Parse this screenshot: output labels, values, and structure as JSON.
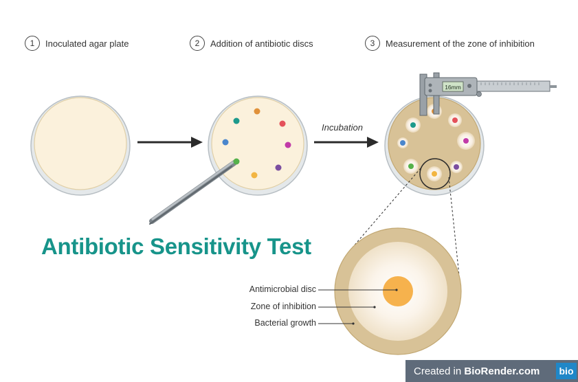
{
  "steps": [
    {
      "num": "1",
      "label": "Inoculated agar plate"
    },
    {
      "num": "2",
      "label": "Addition of antibiotic discs"
    },
    {
      "num": "3",
      "label": "Measurement of the zone of inhibition"
    }
  ],
  "incubation_label": "Incubation",
  "caliper_reading": "16mm",
  "title": "Antibiotic Sensitivity Test",
  "callouts": {
    "disc": "Antimicrobial disc",
    "zone": "Zone of inhibition",
    "growth": "Bacterial growth"
  },
  "watermark": {
    "prefix": "Created in ",
    "brand": "BioRender.com",
    "logo": "bio"
  },
  "colors": {
    "title": "#17948a",
    "agar": "#fbf1dc",
    "growth": "#d8c297",
    "disc_orange": "#f6b24d",
    "disc_teal": "#1d9a8c",
    "disc_red": "#e4515a",
    "disc_blue": "#4a86cc",
    "disc_magenta": "#c13aa8",
    "disc_purple": "#7b4ea0",
    "disc_green": "#55b14a",
    "disc_gold": "#f2b542"
  }
}
